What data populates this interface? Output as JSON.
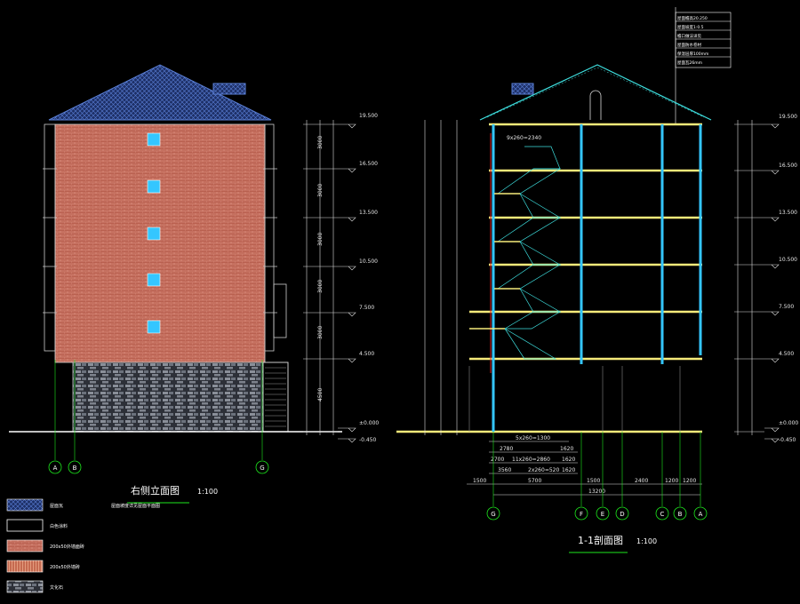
{
  "colors": {
    "background": "#000000",
    "wall_brick": "#c46b5a",
    "base_stone": "#5a5f6b",
    "roof_tile": "#3f5fa8",
    "window_cyan": "#34c6ff",
    "slab_yellow": "#f5ea7a",
    "grid_green": "#1ee81e",
    "dimension": "#ffffff",
    "stair_cyan": "#3ee0e0",
    "section_red": "#e01e1e"
  },
  "elevation": {
    "title": "右侧立面图",
    "scale": "1:100",
    "axis_bubbles": [
      "A",
      "B",
      "G"
    ],
    "elevations": [
      "19.500",
      "16.500",
      "13.500",
      "10.500",
      "7.500",
      "4.500",
      "±0.000",
      "-0.450"
    ],
    "storey_dims": [
      "3000",
      "3000",
      "3000",
      "3000",
      "3000",
      "4500"
    ]
  },
  "section": {
    "title": "1-1剖面图",
    "scale": "1:100",
    "axis_bubbles": [
      "G",
      "F",
      "E",
      "D",
      "C",
      "B",
      "A"
    ],
    "elevations": [
      "19.500",
      "16.500",
      "13.500",
      "10.500",
      "7.500",
      "4.500",
      "±0.000",
      "-0.450"
    ],
    "bottom_dims_row1": [
      "5x260=1300"
    ],
    "bottom_dims_row2": [
      "2780",
      "1620"
    ],
    "bottom_dims_row3": [
      "2700",
      "11x260=2860",
      "1620"
    ],
    "bottom_dims_row4": [
      "3560",
      "2x260=520",
      "1620"
    ],
    "bottom_dims_row5": [
      "1500",
      "5700",
      "1500",
      "2400",
      "1200",
      "1200"
    ],
    "overall": "13200",
    "top_stair_dim": "9x260=2340"
  },
  "legend": [
    {
      "swatch": "roof",
      "label": "屋面瓦",
      "note": "屋面坡度详见屋面平面图"
    },
    {
      "swatch": "white",
      "label": "白色涂料"
    },
    {
      "swatch": "brick",
      "label": "200x50外墙面砖"
    },
    {
      "swatch": "stripe",
      "label": "200x50外墙砖"
    },
    {
      "swatch": "stone",
      "label": "文化石"
    }
  ],
  "notes_box": [
    "屋面檐高20.250",
    "屋面坡度1:0.5",
    "檐口做法详见",
    "屋面防水卷材",
    "保温层厚100mm",
    "屋面瓦26mm"
  ]
}
